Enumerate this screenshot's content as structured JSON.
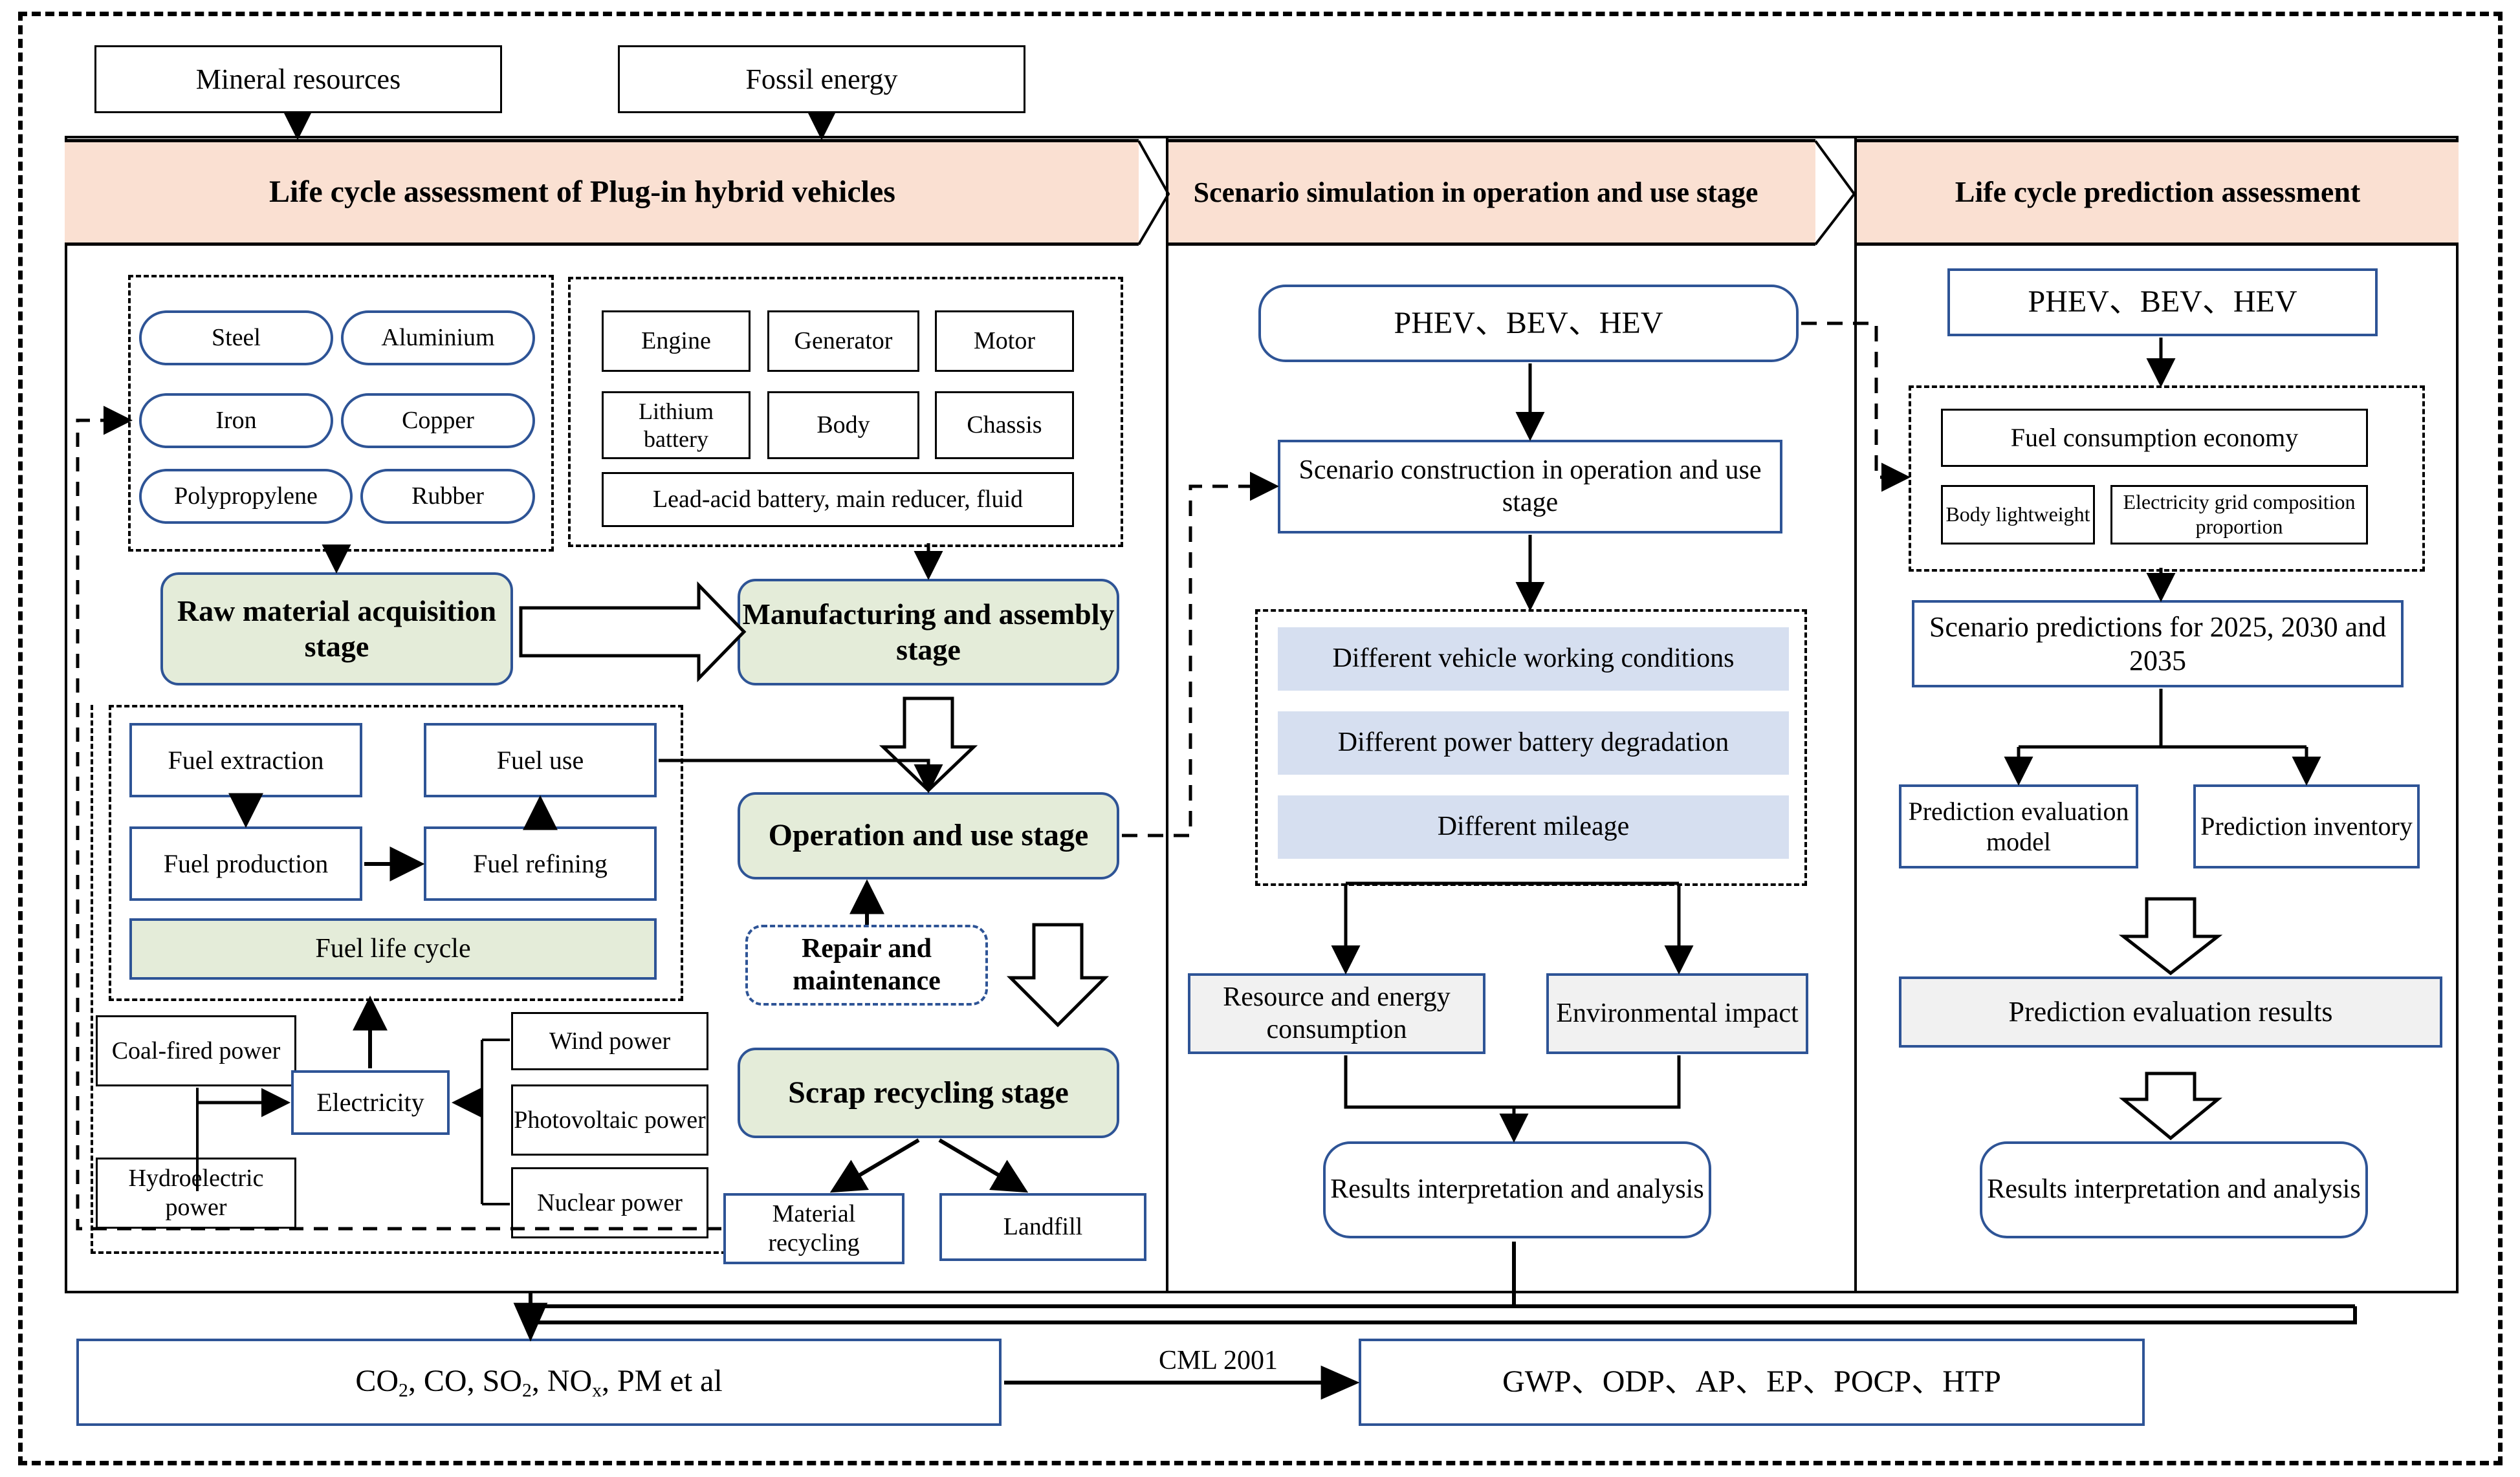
{
  "diagram": {
    "title_banners": [
      {
        "id": "lca",
        "label": "Life cycle assessment of Plug-in hybrid vehicles"
      },
      {
        "id": "scenario",
        "label": "Scenario simulation in operation and use stage"
      },
      {
        "id": "prediction",
        "label": "Life cycle prediction assessment"
      }
    ],
    "inputs": [
      {
        "id": "mineral",
        "label": "Mineral resources"
      },
      {
        "id": "fossil",
        "label": "Fossil energy"
      }
    ],
    "materials": {
      "group_label": "raw-materials-group",
      "items": [
        "Steel",
        "Aluminium",
        "Iron",
        "Copper",
        "Polypropylene",
        "Rubber"
      ]
    },
    "components": {
      "group_label": "vehicle-components-group",
      "items": [
        "Engine",
        "Generator",
        "Motor",
        "Lithium battery",
        "Body",
        "Chassis"
      ],
      "wide_item": "Lead-acid battery, main reducer, fluid"
    },
    "stages": {
      "raw": "Raw material acquisition stage",
      "manufacturing": "Manufacturing and assembly stage",
      "operation": "Operation and use stage",
      "repair": "Repair and maintenance",
      "scrap": "Scrap recycling stage"
    },
    "fuel_cycle": {
      "extraction": "Fuel extraction",
      "use": "Fuel use",
      "production": "Fuel production",
      "refining": "Fuel refining",
      "label": "Fuel life cycle"
    },
    "electricity": {
      "center": "Electricity",
      "left_sources": [
        "Coal-fired power",
        "Hydroelectric power"
      ],
      "right_sources": [
        "Wind power",
        "Photovoltaic power",
        "Nuclear power"
      ]
    },
    "end_of_life": [
      {
        "id": "recycling",
        "label": "Material recycling"
      },
      {
        "id": "landfill",
        "label": "Landfill"
      }
    ],
    "scenario_column": {
      "vehicles": "PHEV、BEV、HEV",
      "construction": "Scenario construction in operation and use stage",
      "variations": [
        "Different vehicle working conditions",
        "Different power battery degradation",
        "Different mileage"
      ],
      "outputs": [
        {
          "id": "resource",
          "label": "Resource and energy consumption"
        },
        {
          "id": "environment",
          "label": "Environmental impact"
        }
      ],
      "interpretation": "Results interpretation and analysis"
    },
    "prediction_column": {
      "vehicles": "PHEV、BEV、HEV",
      "factors_main": "Fuel consumption economy",
      "factors_sub": [
        "Body lightweight",
        "Electricity grid composition proportion"
      ],
      "scenario_years": "Scenario predictions for 2025, 2030 and 2035",
      "branches": [
        {
          "id": "model",
          "label": "Prediction evaluation model"
        },
        {
          "id": "inventory",
          "label": "Prediction inventory"
        }
      ],
      "results": "Prediction evaluation results",
      "interpretation": "Results interpretation and analysis"
    },
    "bottom": {
      "emissions": "CO₂, CO, SO₂, NOx, PM et al",
      "emissions_parts": {
        "a": "CO",
        "a_sub": "2",
        "b": ", CO, SO",
        "b_sub": "2",
        "c": ", NO",
        "c_sub": "x",
        "d": ", PM et al"
      },
      "method": "CML 2001",
      "impacts": "GWP、ODP、AP、EP、POCP、HTP"
    },
    "colors": {
      "banner_fill": "#fae0d2",
      "green_fill": "#e4ecd9",
      "light_blue_fill": "#d6dff0",
      "grey_fill": "#f1f1f1",
      "blue_stroke": "#2e5496",
      "black_stroke": "#000000"
    }
  }
}
